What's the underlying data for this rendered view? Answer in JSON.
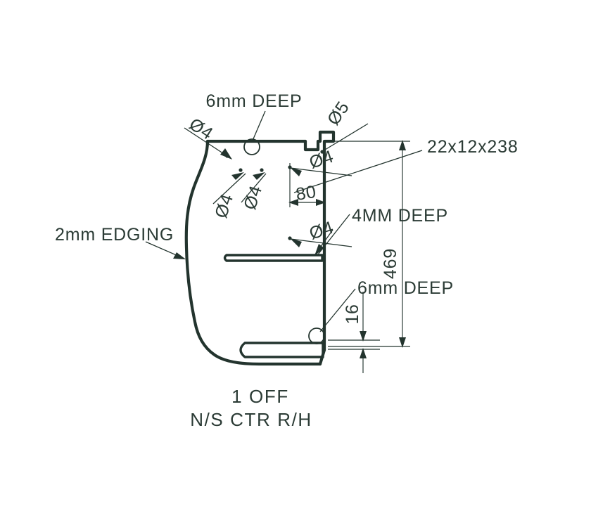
{
  "drawing": {
    "title": "Panel profile drawing",
    "line_color": "#23342e",
    "text_color": "#2b3b35",
    "background": "#ffffff",
    "notes": {
      "top_deep": "6mm  DEEP",
      "edging": "2mm  EDGING",
      "mid_deep": "4MM  DEEP",
      "bottom_deep": "6mm  DEEP",
      "board_size": "22x12x238"
    },
    "diameters": {
      "top_left": "Ø4",
      "left_a": "Ø4",
      "left_b": "Ø4",
      "top_right": "Ø5",
      "right_upper": "Ø4",
      "right_mid": "Ø4"
    },
    "dimensions": {
      "width_80": "80",
      "height_469": "469",
      "offset_16": "16"
    },
    "caption": {
      "line1": "1  OFF",
      "line2": "N/S  CTR  R/H"
    }
  }
}
